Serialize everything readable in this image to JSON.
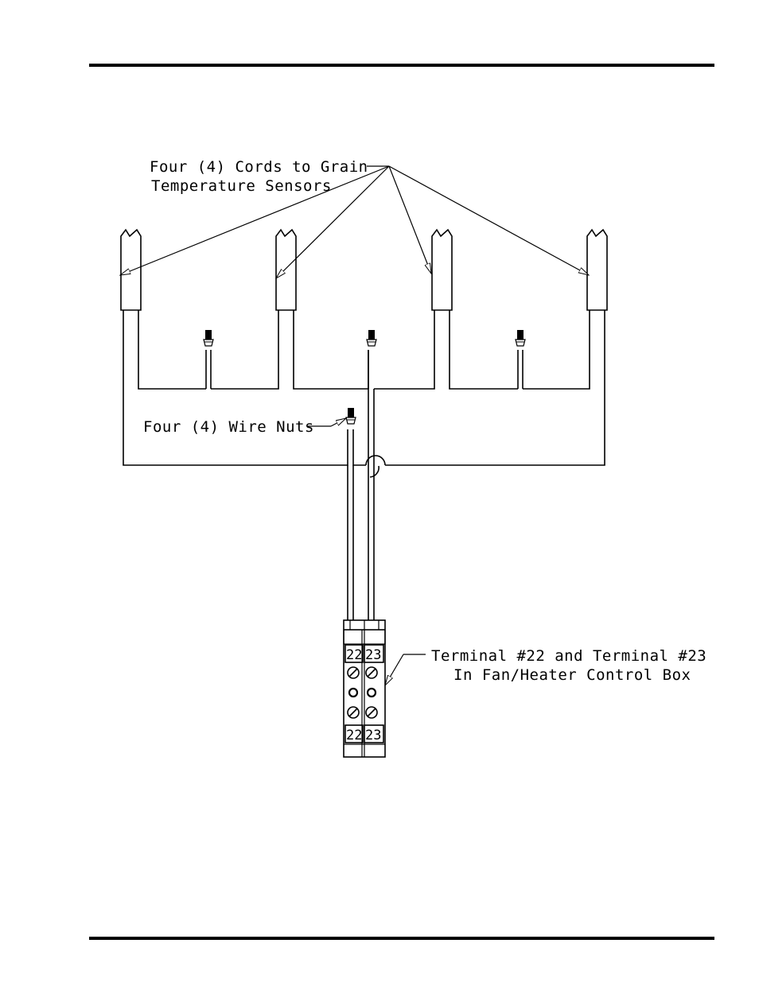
{
  "labels": {
    "cords_line1": "Four (4) Cords to Grain",
    "cords_line2": "Temperature Sensors",
    "wire_nuts": "Four (4) Wire Nuts",
    "terminal_line1": "Terminal #22 and Terminal #23",
    "terminal_line2": "In Fan/Heater Control Box"
  },
  "terminals": {
    "left": "22",
    "right": "23"
  },
  "colors": {
    "ink": "#000000",
    "background": "#ffffff"
  }
}
